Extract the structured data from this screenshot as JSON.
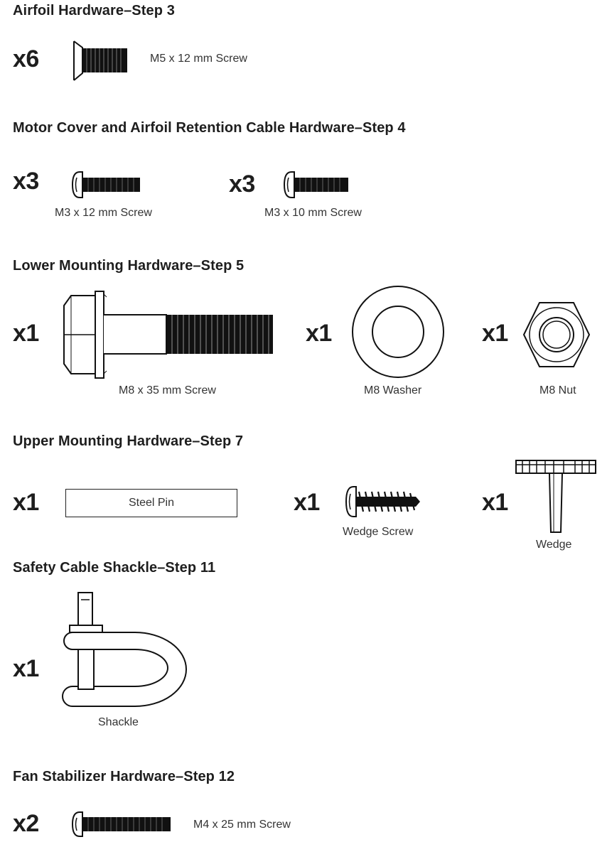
{
  "sections": [
    {
      "heading": "Airfoil Hardware–Step 3",
      "items": [
        {
          "qty": "x6",
          "label": "M5 x 12 mm Screw",
          "icon": "flat-head-screw-icon"
        }
      ]
    },
    {
      "heading": "Motor Cover and Airfoil Retention Cable Hardware–Step 4",
      "items": [
        {
          "qty": "x3",
          "label": "M3 x 12 mm Screw",
          "icon": "pan-head-screw-icon"
        },
        {
          "qty": "x3",
          "label": "M3 x 10 mm Screw",
          "icon": "pan-head-screw-icon"
        }
      ]
    },
    {
      "heading": "Lower Mounting Hardware–Step 5",
      "items": [
        {
          "qty": "x1",
          "label": "M8 x 35 mm Screw",
          "icon": "hex-flange-bolt-icon"
        },
        {
          "qty": "x1",
          "label": "M8 Washer",
          "icon": "washer-icon"
        },
        {
          "qty": "x1",
          "label": "M8 Nut",
          "icon": "hex-nut-icon"
        }
      ]
    },
    {
      "heading": "Upper Mounting Hardware–Step 7",
      "items": [
        {
          "qty": "x1",
          "label": "Steel Pin",
          "icon": "steel-pin-icon"
        },
        {
          "qty": "x1",
          "label": "Wedge Screw",
          "icon": "wedge-screw-icon"
        },
        {
          "qty": "x1",
          "label": "Wedge",
          "icon": "wedge-icon"
        }
      ]
    },
    {
      "heading": "Safety Cable Shackle–Step 11",
      "items": [
        {
          "qty": "x1",
          "label": "Shackle",
          "icon": "shackle-icon"
        }
      ]
    },
    {
      "heading": "Fan Stabilizer Hardware–Step 12",
      "items": [
        {
          "qty": "x2",
          "label": "M4 x 25 mm Screw",
          "icon": "pan-head-screw-icon"
        }
      ]
    }
  ]
}
